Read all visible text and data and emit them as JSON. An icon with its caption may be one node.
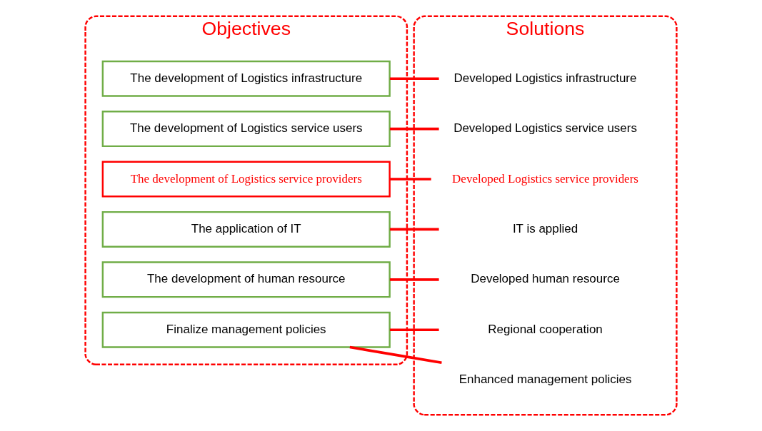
{
  "diagram": {
    "nodes": [
      {
        "text": [
          "Objectives"
        ]
      },
      {
        "text": [
          "The development of Logistics infrastructure"
        ],
        "in": 0
      },
      {
        "text": [
          "The development of Logistics service users"
        ],
        "in": 0
      },
      {
        "text": [
          "The development of Logistics service providers"
        ],
        "in": 0
      },
      {
        "text": [
          "The application of IT"
        ],
        "in": 0
      },
      {
        "text": [
          "The development of human resource"
        ],
        "in": 0
      },
      {
        "text": [
          "Finalize management policies"
        ],
        "in": 0
      },
      {
        "text": [
          "Solutions"
        ]
      },
      {
        "text": [
          "Developed Logistics infrastructure"
        ],
        "in": 7
      },
      {
        "text": [
          "Developed Logistics service users"
        ],
        "in": 7
      },
      {
        "text": [
          "Developed Logistics service providers"
        ],
        "in": 7
      },
      {
        "text": [
          "IT is applied"
        ],
        "in": 7
      },
      {
        "text": [
          "Developed human resource"
        ],
        "in": 7
      },
      {
        "text": [
          "Regional cooperation"
        ],
        "in": 7
      },
      {
        "text": [
          "Enhanced management policies"
        ],
        "in": 7
      }
    ],
    "edges": [
      {
        "from": 1,
        "to": 8,
        "arrow": "none"
      },
      {
        "from": 2,
        "to": 9,
        "arrow": "none"
      },
      {
        "from": 3,
        "to": 10,
        "arrow": "none"
      },
      {
        "from": 4,
        "to": 11,
        "arrow": "none"
      },
      {
        "from": 5,
        "to": 12,
        "arrow": "none"
      },
      {
        "from": 6,
        "to": 13,
        "arrow": "none"
      },
      {
        "from": 6,
        "to": 14,
        "arrow": "none"
      }
    ]
  }
}
